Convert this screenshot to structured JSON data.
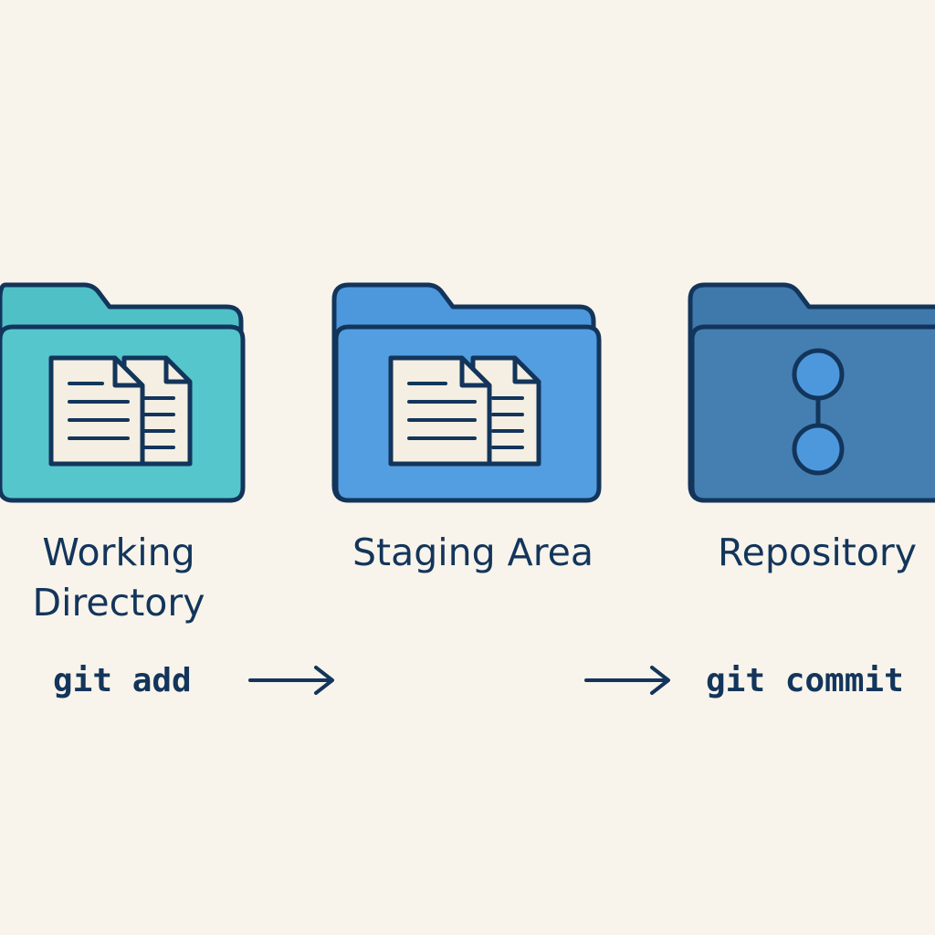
{
  "colors": {
    "background": "#f8f4eb",
    "outline": "#13355b",
    "working_fill": "#4fc0c6",
    "staging_fill": "#4d98dd",
    "repository_fill": "#3f78ab",
    "node_fill": "#4d98dd",
    "paper_fill": "#f4efe2"
  },
  "stages": [
    {
      "label": "Working Directory",
      "icon": "documents-icon"
    },
    {
      "label": "Staging Area",
      "icon": "documents-icon"
    },
    {
      "label": "Repository",
      "icon": "commit-graph-icon"
    }
  ],
  "commands": [
    {
      "text": "git add"
    },
    {
      "text": "git commit"
    }
  ]
}
